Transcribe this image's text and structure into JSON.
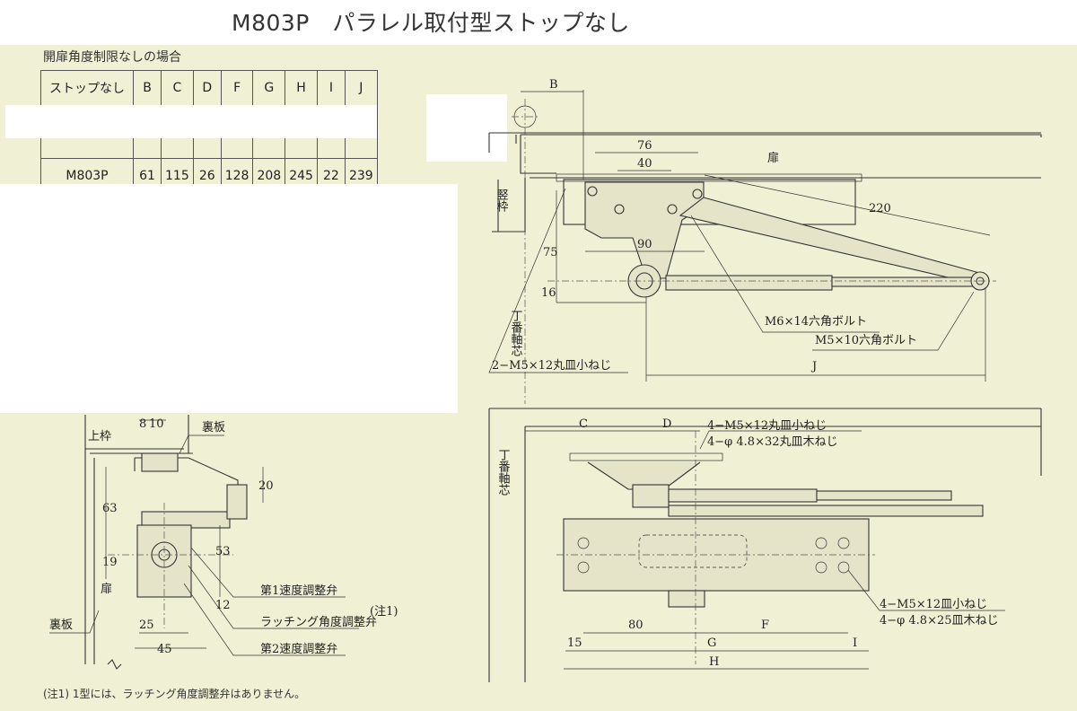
{
  "title": "M803P　パラレル取付型ストップなし",
  "table": {
    "caption": "開扉角度制限なしの場合",
    "headers": [
      "ストップなし",
      "B",
      "C",
      "D",
      "F",
      "G",
      "H",
      "I",
      "J"
    ],
    "rows": [
      [
        "M803P",
        "61",
        "115",
        "26",
        "128",
        "208",
        "245",
        "22",
        "239"
      ]
    ]
  },
  "top_view": {
    "dim_B": "B",
    "dim_76": "76",
    "dim_40": "40",
    "dim_90": "90",
    "dim_220": "220",
    "dim_75": "75",
    "dim_16": "16",
    "dim_J": "J",
    "label_door": "扉",
    "label_frame": "竪枠",
    "label_hinge_axis": "丁番軸芯",
    "callout_m6": "M6×14六角ボルト",
    "callout_m5": "M5×10六角ボルト",
    "callout_screw": "2−M5×12丸皿小ねじ"
  },
  "side_view": {
    "dim_8": "8",
    "dim_10": "10",
    "dim_63": "63",
    "dim_19": "19",
    "dim_53": "53",
    "dim_20": "20",
    "dim_12": "12",
    "dim_25": "25",
    "dim_45": "45",
    "label_upper_frame": "上枠",
    "label_backplate_top": "裏板",
    "label_backplate": "裏板",
    "label_door": "扉",
    "callout_valve1": "第1速度調整弁",
    "callout_latch": "ラッチング角度調整弁",
    "callout_note_ref": "(注1)",
    "callout_valve2": "第2速度調整弁"
  },
  "front_view": {
    "dim_C": "C",
    "dim_D": "D",
    "dim_80": "80",
    "dim_F": "F",
    "dim_15": "15",
    "dim_G": "G",
    "dim_I": "I",
    "dim_H": "H",
    "label_hinge_axis": "丁番軸芯",
    "callout_top1": "4−M5×12丸皿小ねじ",
    "callout_top2": "4−φ 4.8×32丸皿木ねじ",
    "callout_bot1": "4−M5×12皿小ねじ",
    "callout_bot2": "4−φ 4.8×25皿木ねじ"
  },
  "note": "(注1) 1型には、ラッチング角度調整弁はありません。"
}
